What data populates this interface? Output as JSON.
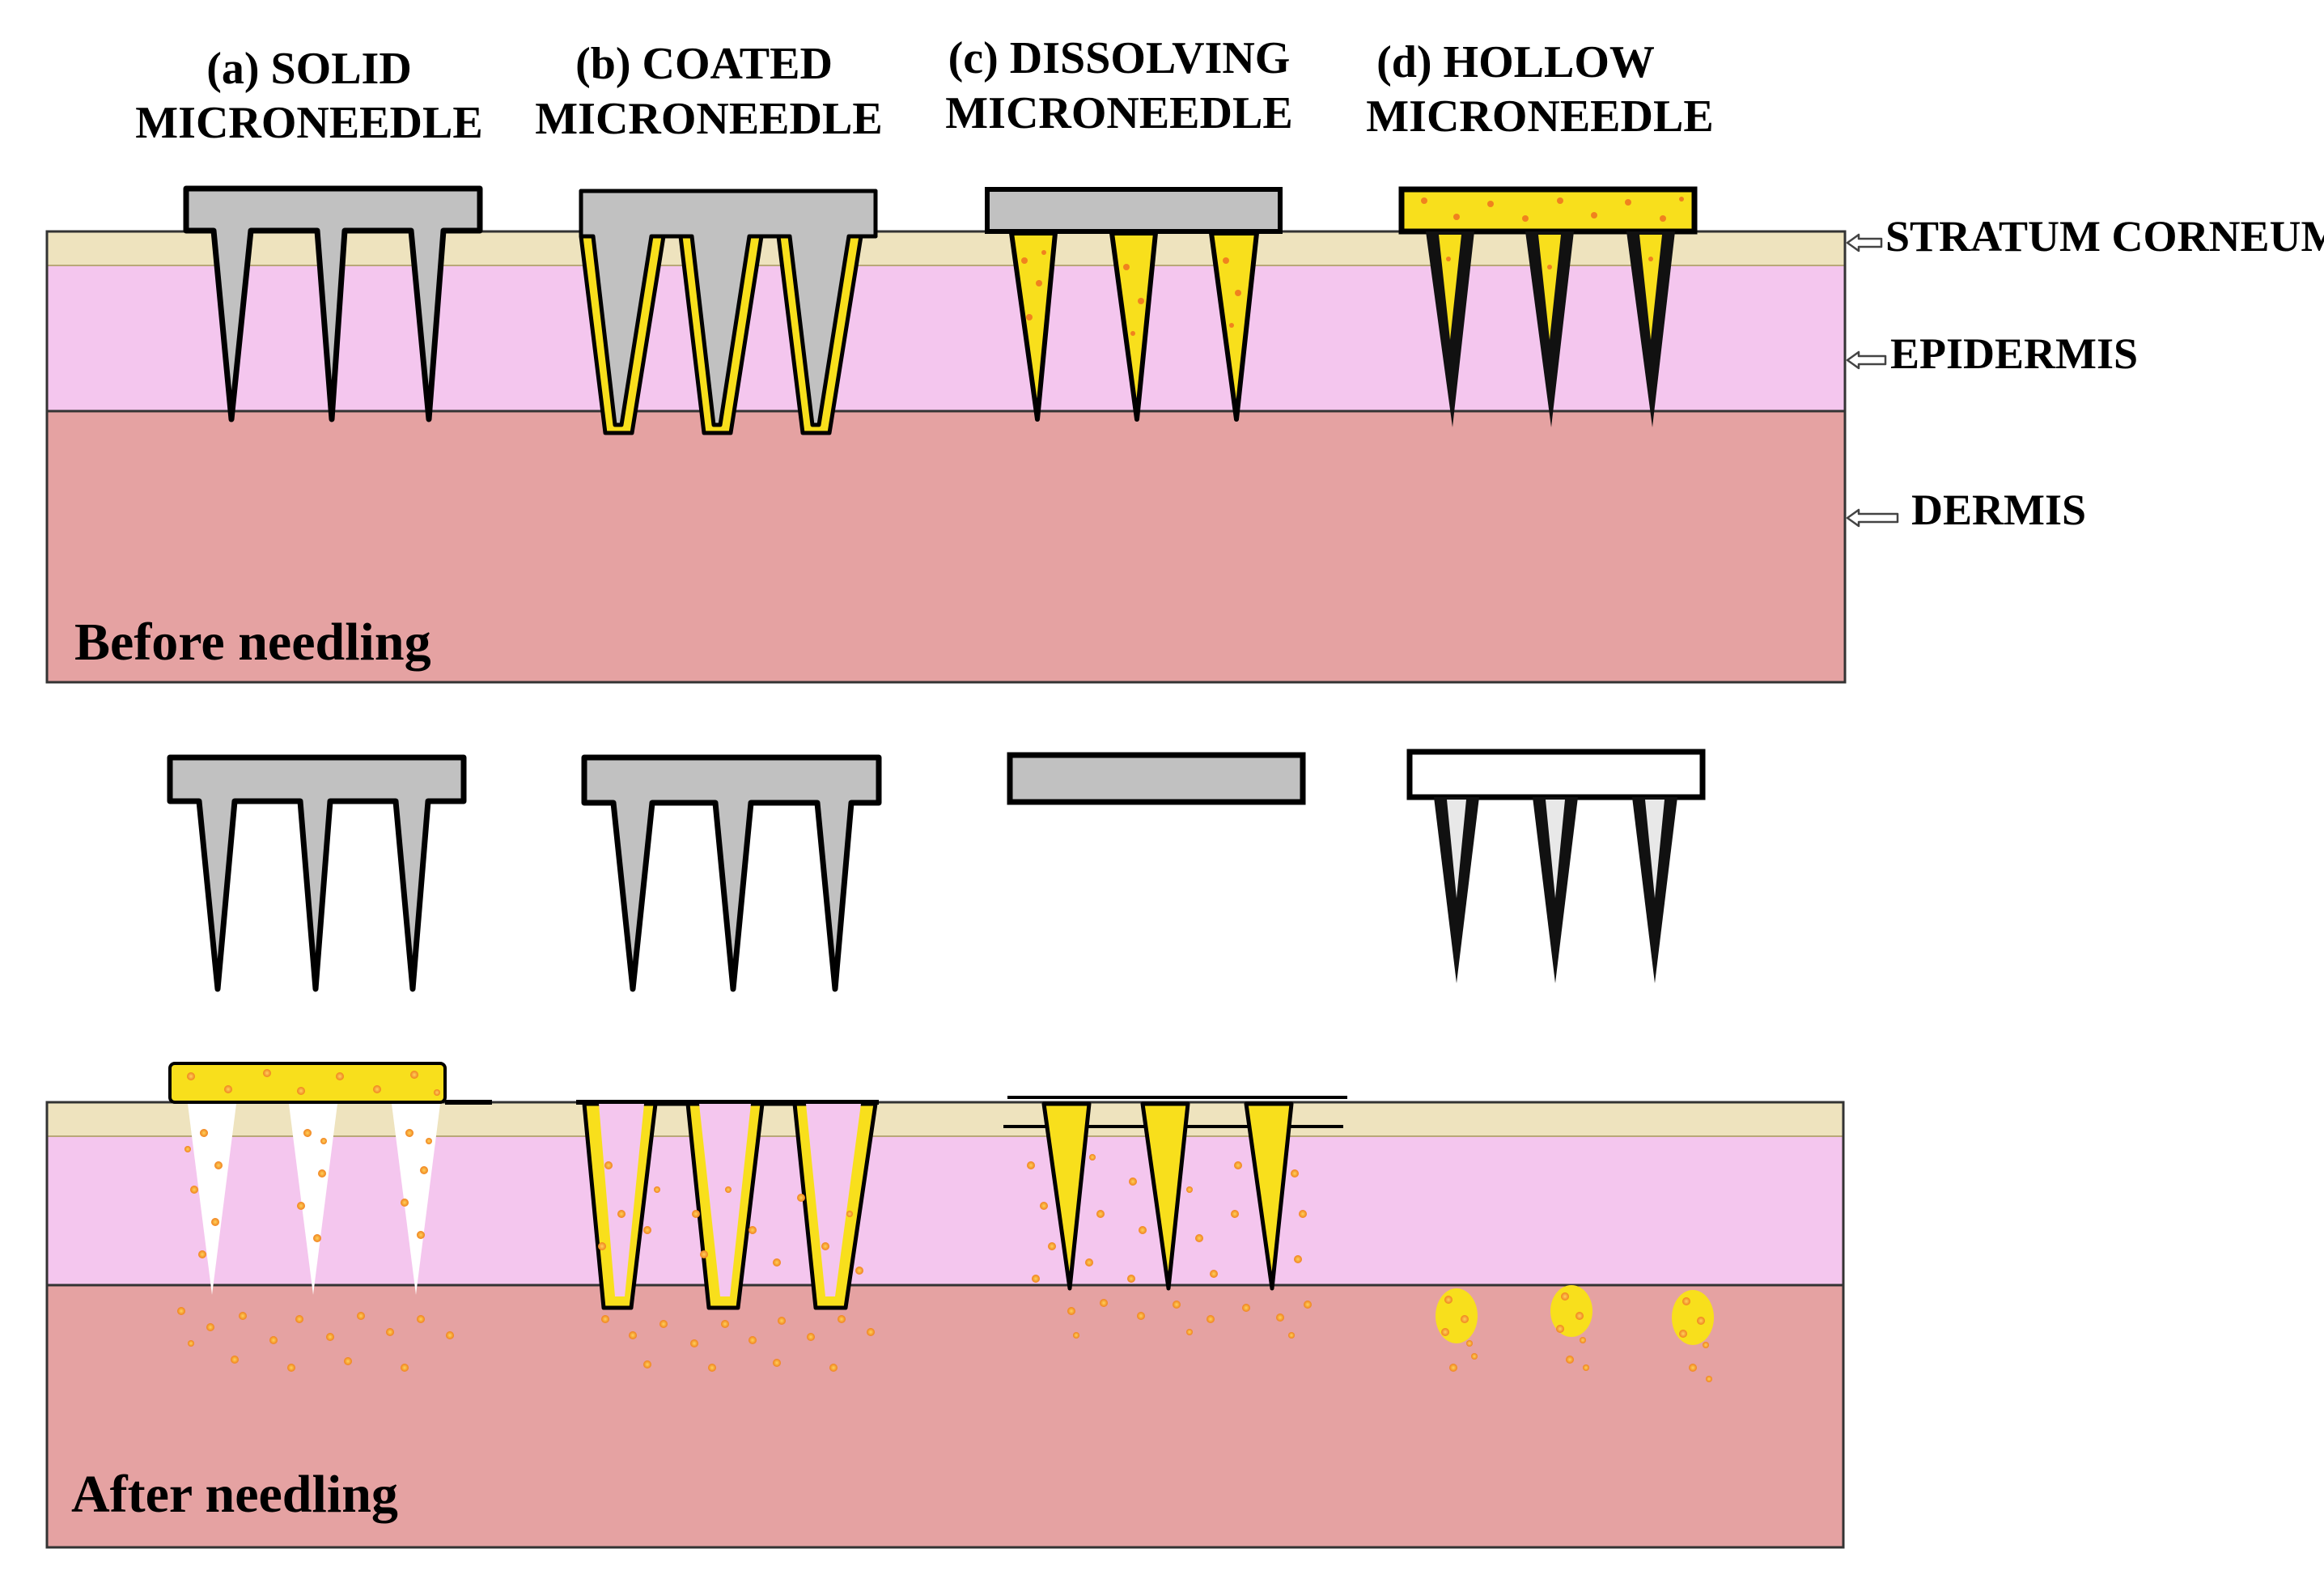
{
  "titles": [
    {
      "line1": "(a) SOLID",
      "line2": "MICRONEEDLE"
    },
    {
      "line1": "(b) COATED",
      "line2": "MICRONEEDLE"
    },
    {
      "line1": "(c) DISSOLVING",
      "line2": "MICRONEEDLE"
    },
    {
      "line1": "(d) HOLLOW",
      "line2": "MICRONEEDLE"
    }
  ],
  "layers": {
    "stratum_corneum": "STRATUM CORNEUM",
    "epidermis": "EPIDERMIS",
    "dermis": "DERMIS"
  },
  "states": {
    "before": "Before needling",
    "after": "After needling"
  },
  "colors": {
    "stratum_corneum": "#eee3be",
    "epidermis": "#f4c6ee",
    "dermis": "#e5a2a2",
    "needle_gray": "#c1c1c1",
    "drug_yellow": "#f8df1c",
    "drug_particle": "#f0821e"
  },
  "icons": {
    "layer_pointer": "hollow-left-arrow-icon"
  }
}
